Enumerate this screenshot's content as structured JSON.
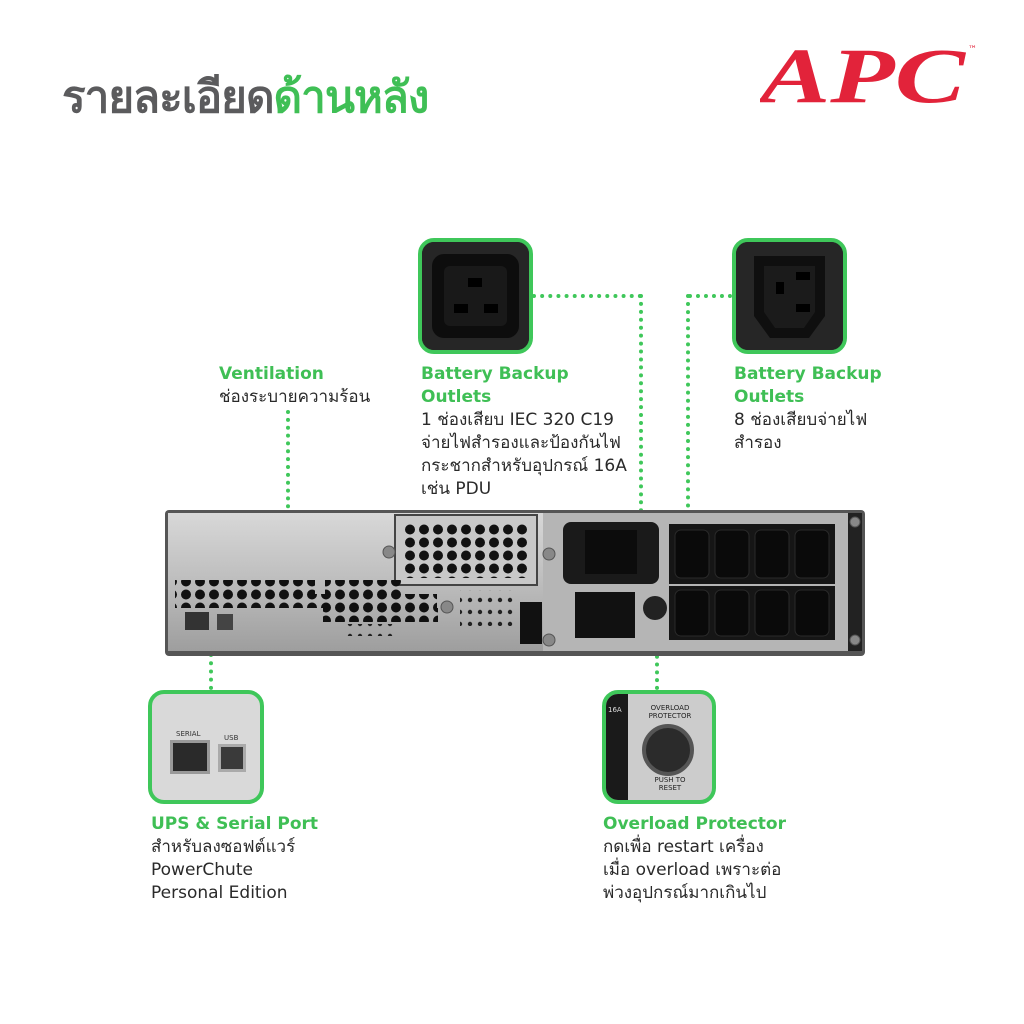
{
  "header": {
    "title_gray": "รายละเอียด",
    "title_green": "ด้านหลัง",
    "logo_text": "APC",
    "logo_mark": "™"
  },
  "callouts": {
    "ventilation": {
      "title": "Ventilation",
      "lines": [
        "ช่องระบายความร้อน"
      ]
    },
    "c19": {
      "title_lines": [
        "Battery Backup",
        "Outlets"
      ],
      "lines": [
        "1 ช่องเสียบ IEC 320 C19",
        "จ่ายไฟสำรองและป้องกันไฟ",
        "กระชากสำหรับอุปกรณ์ 16A",
        "เช่น PDU"
      ]
    },
    "c13": {
      "title_lines": [
        "Battery Backup",
        "Outlets"
      ],
      "lines": [
        "8 ช่องเสียบจ่ายไฟ",
        "สำรอง"
      ]
    },
    "serial": {
      "title": "UPS & Serial Port",
      "lines": [
        "สำหรับลงซอฟต์แวร์",
        "PowerChute",
        "Personal Edition"
      ]
    },
    "overload": {
      "title": "Overload Protector",
      "lines": [
        "กดเพื่อ restart เครื่อง",
        "เมื่อ overload เพราะต่อ",
        "พ่วงอุปกรณ์มากเกินไป"
      ]
    }
  },
  "insets": {
    "serial_label": "SERIAL",
    "usb_label": "USB",
    "amp_label": "16A",
    "overload_top": [
      "OVERLOAD",
      "PROTECTOR"
    ],
    "overload_bottom": [
      "PUSH TO",
      "RESET"
    ]
  },
  "colors": {
    "green": "#3fbf55",
    "gray": "#5b5b5d",
    "apc_red": "#e2233a"
  }
}
